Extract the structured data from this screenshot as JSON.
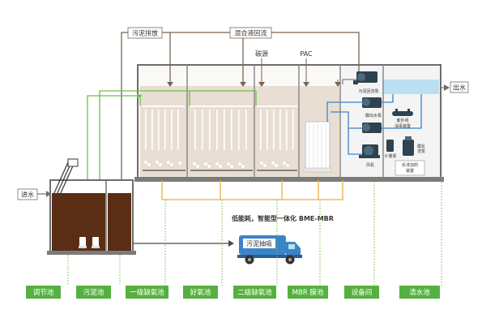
{
  "top_labels": {
    "sludge_discharge": "污泥排放",
    "mixed_reflux": "混合液回流",
    "carbon_source": "碳源",
    "pac": "PAC",
    "inlet": "进水",
    "outlet": "出水",
    "sludge_suction": "污泥抽吸"
  },
  "equipment": {
    "sludge_pump": "污泥回流泵",
    "membrane_pump": "膜出水泵",
    "uv": "紫外线消毒装置",
    "membrane_wash_pump": "膜反洗泵",
    "fan": "风机",
    "meter_pump": "计量泵",
    "backwash_device": "反洗加药装置"
  },
  "slogan": "低能耗，智能型一体化 BME-MBR",
  "bottom_labels": [
    "调节池",
    "污泥池",
    "一级缺氧池",
    "好氧池",
    "二级缺氧池",
    "MBR 膜池",
    "设备间",
    "清水池"
  ],
  "colors": {
    "brown": "#7a6552",
    "sludge": "#5a2e14",
    "green": "#6dbf45",
    "yellow": "#e8b23a",
    "blue": "#3c84c8",
    "gray_pipe": "#9b9b9b",
    "water": "#bcdff1",
    "label_green": "#55b13f"
  }
}
